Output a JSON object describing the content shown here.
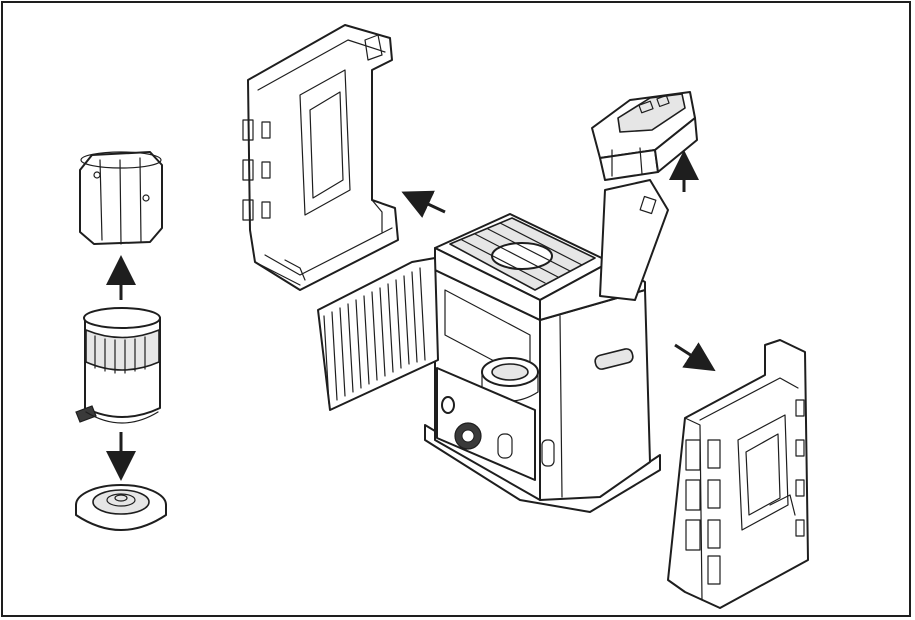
{
  "figure": {
    "description_visible_text": "",
    "colors": {
      "line": "#1e1e1e",
      "fill": "#ffffff",
      "shade": "#e6e6e6",
      "frame": "#1e1e1e"
    },
    "parts": [
      {
        "id": "heater-body",
        "icon": "heater-body-icon"
      },
      {
        "id": "back-frame-left",
        "icon": "side-frame-icon"
      },
      {
        "id": "side-frame-right",
        "icon": "side-frame-icon"
      },
      {
        "id": "control-module",
        "icon": "control-module-icon"
      },
      {
        "id": "grille",
        "icon": "grille-icon"
      },
      {
        "id": "chimney-upper",
        "icon": "chimney-icon"
      },
      {
        "id": "burner-cylinder",
        "icon": "burner-icon"
      },
      {
        "id": "burner-base",
        "icon": "base-plate-icon"
      }
    ],
    "arrows": [
      {
        "id": "arrow-left-frame",
        "direction": "up-left"
      },
      {
        "id": "arrow-right-frame",
        "direction": "down-right"
      },
      {
        "id": "arrow-module",
        "direction": "up"
      },
      {
        "id": "arrow-chimney",
        "direction": "up"
      },
      {
        "id": "arrow-base",
        "direction": "down"
      }
    ]
  }
}
